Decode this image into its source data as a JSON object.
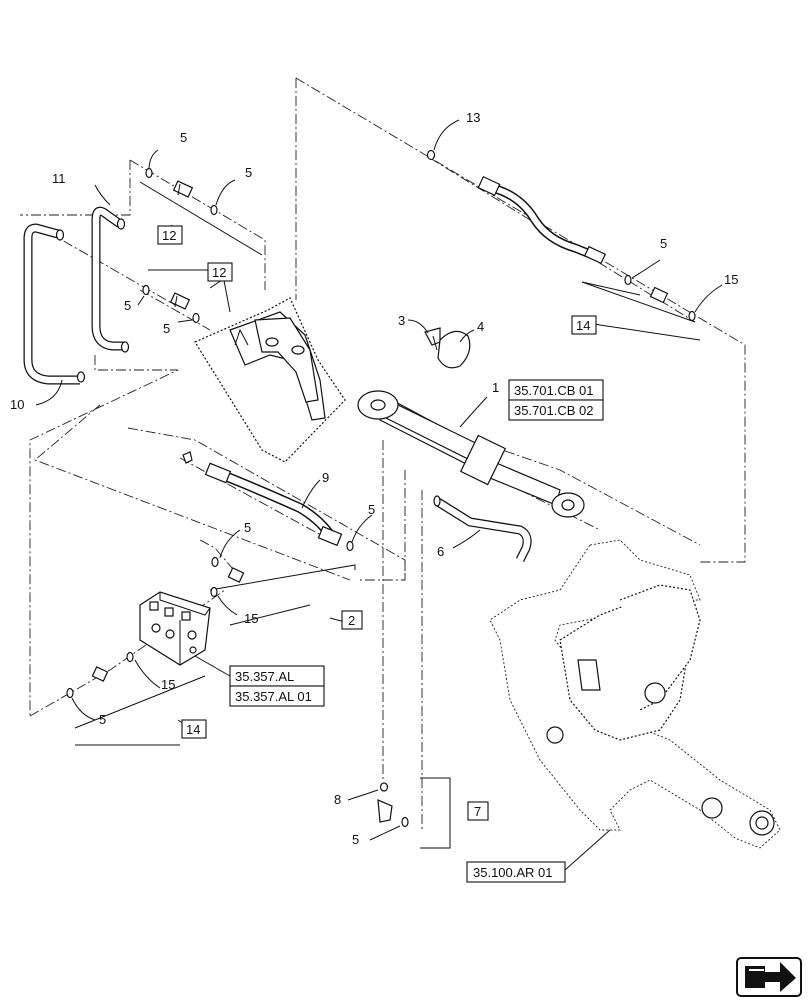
{
  "callouts": {
    "c1": "1",
    "c2": "2",
    "c3": "3",
    "c4": "4",
    "c5": "5",
    "c6": "6",
    "c7": "7",
    "c8": "8",
    "c9": "9",
    "c10": "10",
    "c11": "11",
    "c12": "12",
    "c13": "13",
    "c14": "14",
    "c15": "15"
  },
  "references": {
    "cyl_a": "35.701.CB 01",
    "cyl_b": "35.701.CB 02",
    "valve_a": "35.357.AL",
    "valve_b": "35.357.AL 01",
    "frame": "35.100.AR 01"
  },
  "icons": {
    "nav": "next-page-arrow-icon"
  }
}
